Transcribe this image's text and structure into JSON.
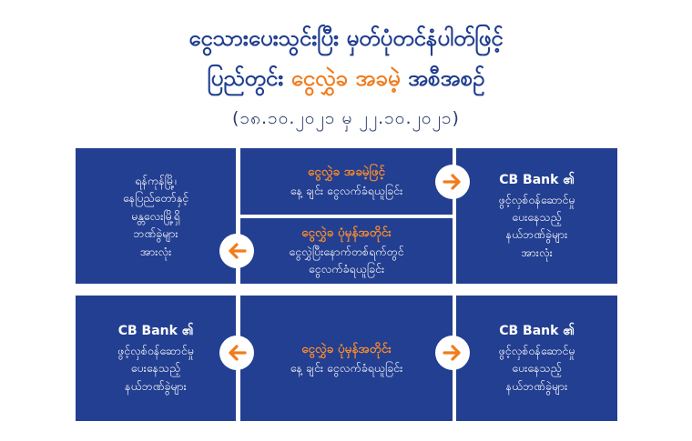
{
  "title": {
    "line1": "ငွေသားပေးသွင်းပြီး မှတ်ပုံတင်နံပါတ်ဖြင့်",
    "line2_part1": "ပြည်တွင်း",
    "line2_part2": "ငွေလွှဲခ အခမဲ့",
    "line2_part3": "အစီအစဉ်"
  },
  "date_range": "(၁၈.၁၀.၂၀၂၁  မှ  ၂၂.၁၀.၂၀၂၁)",
  "colors": {
    "box": "#233f91",
    "accent": "#f07c1d",
    "title": "#1f3d8f"
  },
  "row1": {
    "left_box": {
      "line1": "ရန်ကုန်မြို့၊",
      "line2": "နေပြည်တော်နှင့်",
      "line3": "မန္တလေးမြို့ရှိ",
      "line4": "ဘဏ်ခွဲများ",
      "line5": "အားလုံး"
    },
    "top_mid": {
      "heading": "ငွေလွှဲခ အခမဲ့ဖြင့်",
      "body": "နေ့ ချင်း ငွေလက်ခံရယူခြင်း"
    },
    "bottom_mid": {
      "heading": "ငွေလွှဲခ ပုံမှန်အတိုင်း",
      "line1": "ငွေလွှဲပြီးနောက်တစ်ရက်တွင်",
      "line2": "ငွေလက်ခံရယူခြင်း"
    },
    "right_box": {
      "heading": "CB Bank ၏",
      "line1": "ဖွင့်လှစ်ဝန်ဆောင်မှု",
      "line2": "ပေးနေသည့်",
      "line3": "နယ်ဘဏ်ခွဲများ",
      "line4": "အားလုံး"
    }
  },
  "row2": {
    "left_box": {
      "heading": "CB Bank ၏",
      "line1": "ဖွင့်လှစ်ဝန်ဆောင်မှု",
      "line2": "ပေးနေသည့်",
      "line3": "နယ်ဘဏ်ခွဲများ"
    },
    "mid": {
      "heading": "ငွေလွှဲခ ပုံမှန်အတိုင်း",
      "body": "နေ့ ချင်း ငွေလက်ခံရယူခြင်း"
    },
    "right_box": {
      "heading": "CB Bank ၏",
      "line1": "ဖွင့်လှစ်ဝန်ဆောင်မှု",
      "line2": "ပေးနေသည့်",
      "line3": "နယ်ဘဏ်ခွဲများ"
    }
  }
}
